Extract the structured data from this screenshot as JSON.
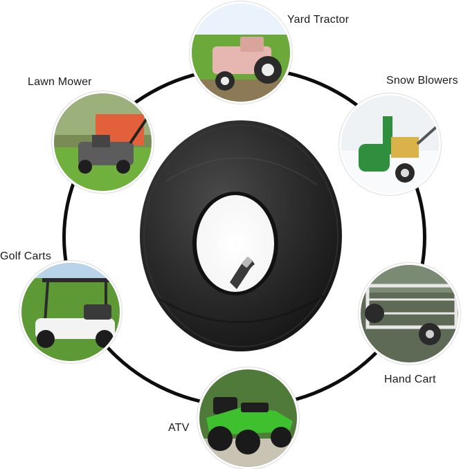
{
  "labels": {
    "yard_tractor": "Yard Tractor",
    "lawn_mower": "Lawn Mower",
    "snow_blowers": "Snow Blowers",
    "golf_carts": "Golf Carts",
    "hand_cart": "Hand Cart",
    "atv": "ATV"
  },
  "colors": {
    "ring": "#0d0d0d",
    "tube": "#2b2b2b",
    "grass": "#5f9e2f",
    "atv_body": "#3fc12f",
    "snow_blower": "#2f8f3f",
    "tractor": "#e6b7b0"
  },
  "icons": {
    "yard_tractor": "tractor-photo",
    "lawn_mower": "lawn-mower-photo",
    "snow_blowers": "snow-blower-photo",
    "golf_carts": "golf-cart-photo",
    "hand_cart": "hand-cart-photo",
    "atv": "atv-photo",
    "center": "inner-tube-photo"
  }
}
